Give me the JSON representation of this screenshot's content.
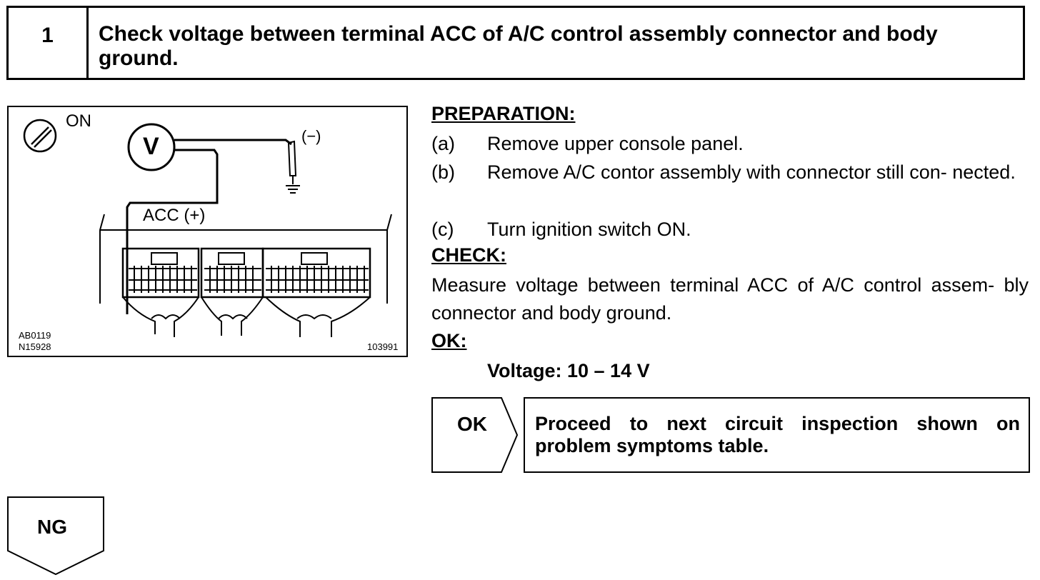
{
  "step": {
    "number": "1",
    "title": "Check voltage between terminal ACC of A/C control assembly connector and body ground."
  },
  "diagram": {
    "ignition_label": "ON",
    "meter_label": "V",
    "negative_label": "(−)",
    "terminal_label": "ACC (+)",
    "code_left_1": "AB0119",
    "code_left_2": "N15928",
    "code_right": "103991"
  },
  "preparation": {
    "heading": "PREPARATION:",
    "steps": [
      {
        "label": "(a)",
        "text": "Remove upper console panel."
      },
      {
        "label": "(b)",
        "text": "Remove A/C contor assembly with connector still con- nected."
      },
      {
        "label": "(c)",
        "text": "Turn ignition switch ON."
      }
    ]
  },
  "check": {
    "heading": "CHECK:",
    "text": "Measure voltage between terminal ACC of A/C control assem- bly connector and body ground."
  },
  "ok": {
    "heading": "OK:",
    "spec": "Voltage: 10 – 14 V"
  },
  "result_ok": {
    "label": "OK",
    "text": "Proceed to next circuit inspection shown on problem symptoms table."
  },
  "result_ng": {
    "label": "NG"
  }
}
